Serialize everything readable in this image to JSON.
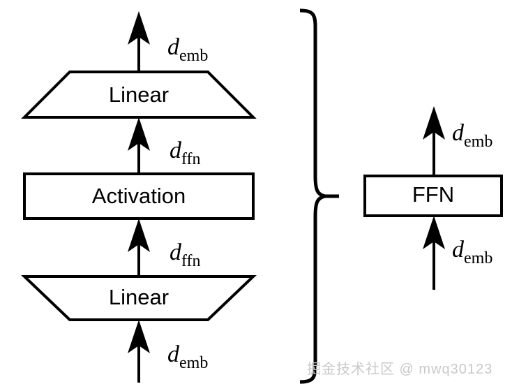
{
  "diagram": {
    "title": "Feed-Forward Network expansion diagram",
    "background_color": "#ffffff",
    "stroke_color": "#000000",
    "left_group": {
      "blocks": [
        {
          "id": "linear-top",
          "label": "Linear",
          "shape": "trapezoid-narrow-top"
        },
        {
          "id": "activation",
          "label": "Activation",
          "shape": "rectangle"
        },
        {
          "id": "linear-bottom",
          "label": "Linear",
          "shape": "trapezoid-wide-top"
        }
      ],
      "edge_labels": {
        "output_top": {
          "base": "d",
          "sub": "emb"
        },
        "between_top_linear_and_activation": {
          "base": "d",
          "sub": "ffn"
        },
        "between_activation_and_bottom_linear": {
          "base": "d",
          "sub": "ffn"
        },
        "input_bottom": {
          "base": "d",
          "sub": "emb"
        }
      }
    },
    "brace": {
      "name": "curly-brace",
      "direction": "right-pointing",
      "color": "#000000"
    },
    "right_group": {
      "blocks": [
        {
          "id": "ffn",
          "label": "FFN",
          "shape": "rectangle"
        }
      ],
      "edge_labels": {
        "output_top": {
          "base": "d",
          "sub": "emb"
        },
        "input_bottom": {
          "base": "d",
          "sub": "emb"
        }
      }
    },
    "watermark": {
      "text": "掘金技术社区 @ mwq30123",
      "color": "#c9c9c9"
    }
  }
}
